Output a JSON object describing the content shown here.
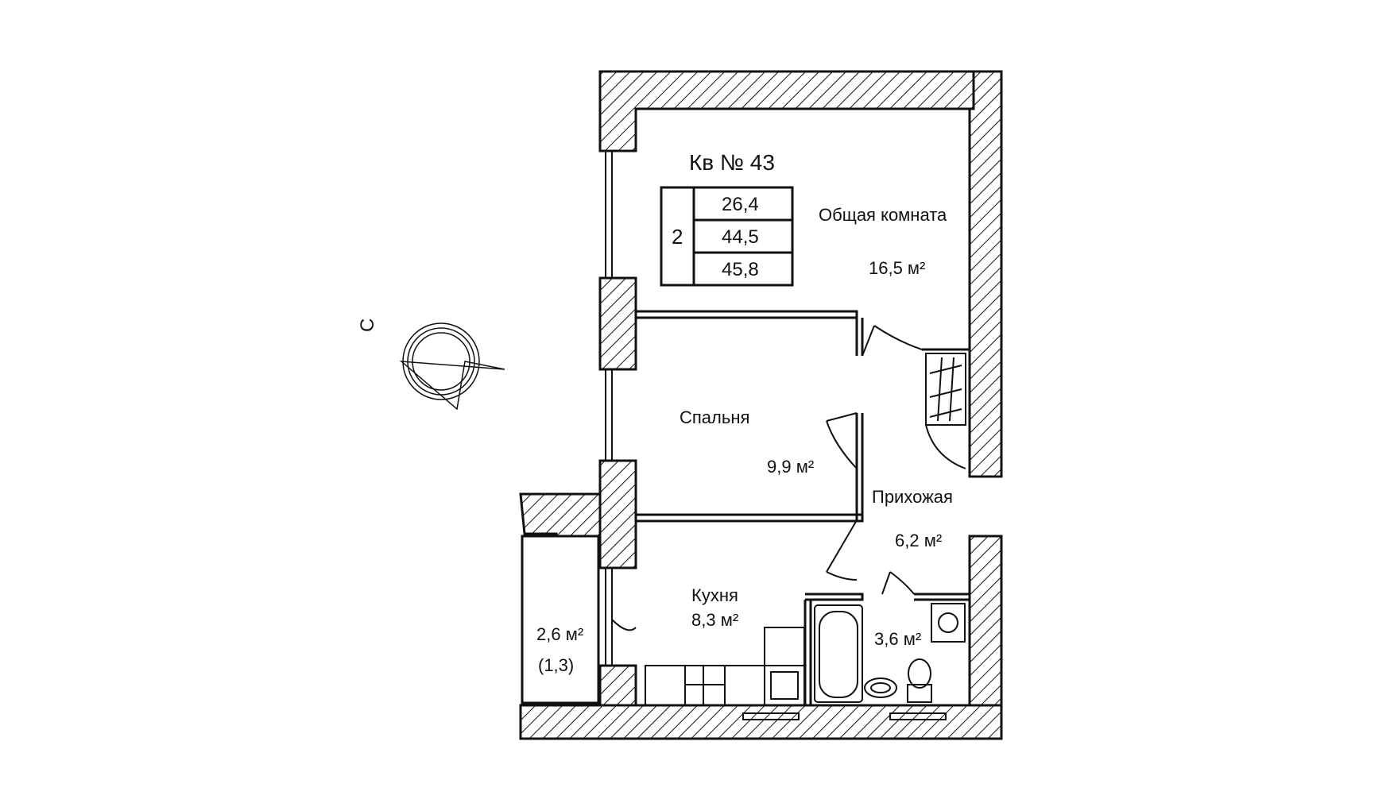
{
  "apartment": {
    "title": "Кв № 43",
    "rooms_count": "2",
    "areas": [
      "26,4",
      "44,5",
      "45,8"
    ]
  },
  "compass": {
    "north_letter": "С"
  },
  "rooms": {
    "living": {
      "name": "Общая комната",
      "area": "16,5 м²"
    },
    "bedroom": {
      "name": "Спальня",
      "area": "9,9 м²"
    },
    "hall": {
      "name": "Прихожая",
      "area": "6,2 м²"
    },
    "kitchen": {
      "name": "Кухня",
      "area": "8,3 м²"
    },
    "bathroom": {
      "area": "3,6 м²"
    },
    "balcony": {
      "area": "2,6 м²",
      "coef": "(1,3)"
    }
  },
  "colors": {
    "line": "#111111",
    "background": "#ffffff"
  }
}
